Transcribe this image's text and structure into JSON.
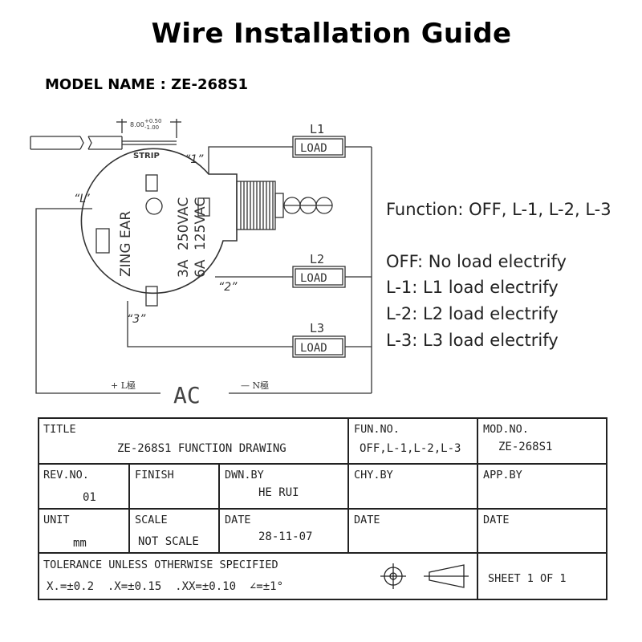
{
  "page": {
    "title": "Wire Installation Guide",
    "model": "MODEL NAME : ZE-268S1"
  },
  "functions": {
    "heading": "Function: OFF, L-1, L-2, L-3",
    "lines": [
      "OFF: No load electrify",
      "L-1: L1 load electrify",
      "L-2: L2 load electrify",
      "L-3: L3 load electrify"
    ]
  },
  "diagram": {
    "strip_label": "STRIP",
    "strip_dim": "8.00",
    "strip_tol_plus": "+0.50",
    "strip_tol_minus": "-1.00",
    "terminal_1": "“1”",
    "terminal_2": "“2”",
    "terminal_3": "“3”",
    "terminal_l": "“L”",
    "load_1_label": "L1",
    "load_2_label": "L2",
    "load_3_label": "L3",
    "load_box_text": "LOAD",
    "switch_brand": "ZING EAR",
    "switch_rating_1": "250VAC",
    "switch_rating_2": "125VAC",
    "switch_amp_1": "3A",
    "switch_amp_2": "6A",
    "ac_label": "AC",
    "plus_label": "+ L極",
    "minus_label": "— N極"
  },
  "title_block": {
    "title_header": "TITLE",
    "title_value": "ZE-268S1 FUNCTION DRAWING",
    "fun_header": "FUN.NO.",
    "fun_value": "OFF,L-1,L-2,L-3",
    "mod_header": "MOD.NO.",
    "mod_value": "ZE-268S1",
    "rev_header": "REV.NO.",
    "rev_value": "01",
    "finish_header": "FINISH",
    "dwn_header": "DWN.BY",
    "dwn_value": "HE RUI",
    "chy_header": "CHY.BY",
    "app_header": "APP.BY",
    "unit_header": "UNIT",
    "unit_value": "mm",
    "scale_header": "SCALE",
    "scale_value": "NOT SCALE",
    "date_header": "DATE",
    "date_value": "28-11-07",
    "date2_header": "DATE",
    "date3_header": "DATE",
    "tolerance_header": "TOLERANCE UNLESS OTHERWISE SPECIFIED",
    "tolerance_values": "X.=±0.2  .X=±0.15  .XX=±0.10  ∠=±1°",
    "sheet": "SHEET 1 OF 1"
  }
}
